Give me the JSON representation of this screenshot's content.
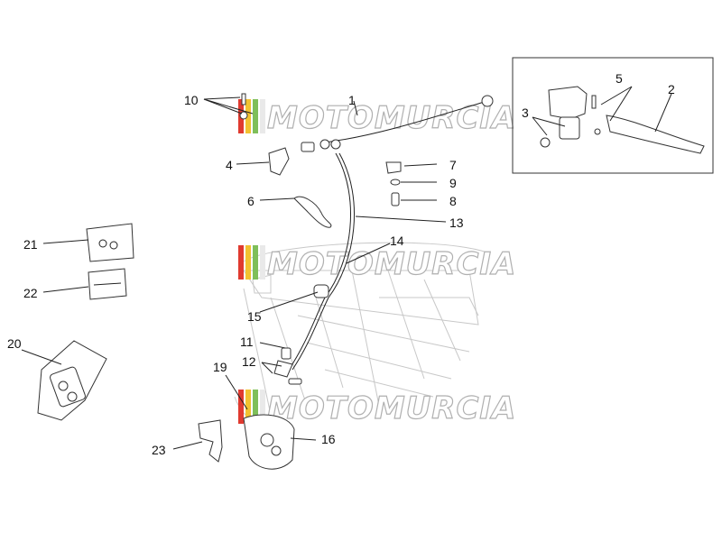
{
  "watermark": {
    "text": "MOTOMURCIA"
  },
  "callouts": {
    "c1": "1",
    "c2": "2",
    "c3": "3",
    "c4": "4",
    "c5": "5",
    "c6": "6",
    "c7": "7",
    "c8": "8",
    "c9": "9",
    "c10": "10",
    "c11": "11",
    "c12": "12",
    "c13": "13",
    "c14": "14",
    "c15": "15",
    "c16": "16",
    "c19": "19",
    "c20": "20",
    "c21": "21",
    "c22": "22",
    "c23": "23"
  },
  "colors": {
    "watermark_stripes": [
      "#e03a2f",
      "#f2c230",
      "#7fbf5a",
      "#e9e9e9"
    ],
    "line": "#222222",
    "frame": "#c8c8c8"
  }
}
